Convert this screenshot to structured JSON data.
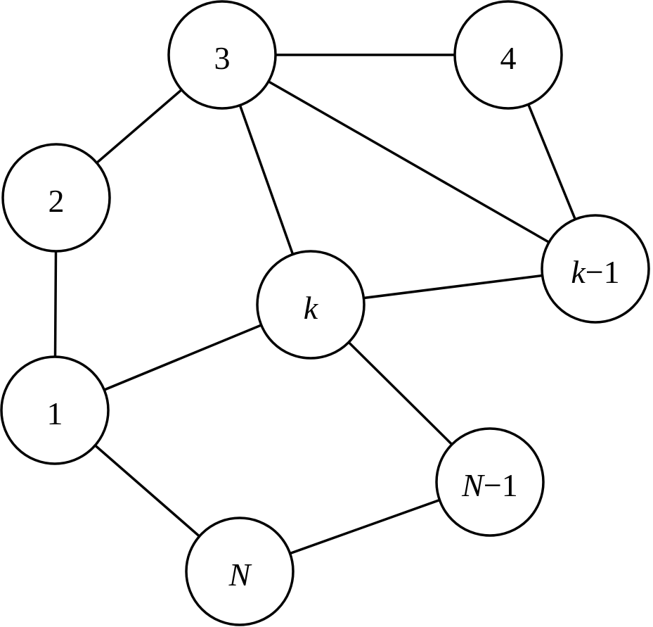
{
  "nodes": [
    {
      "id": "n1",
      "label": [
        {
          "text": "1",
          "italic": false
        }
      ]
    },
    {
      "id": "n2",
      "label": [
        {
          "text": "2",
          "italic": false
        }
      ]
    },
    {
      "id": "n3",
      "label": [
        {
          "text": "3",
          "italic": false
        }
      ]
    },
    {
      "id": "n4",
      "label": [
        {
          "text": "4",
          "italic": false
        }
      ]
    },
    {
      "id": "nk",
      "label": [
        {
          "text": "k",
          "italic": true
        }
      ]
    },
    {
      "id": "nk1",
      "label": [
        {
          "text": "k",
          "italic": true
        },
        {
          "text": "−1",
          "italic": false
        }
      ]
    },
    {
      "id": "nN",
      "label": [
        {
          "text": "N",
          "italic": true
        }
      ]
    },
    {
      "id": "nN1",
      "label": [
        {
          "text": "N",
          "italic": true
        },
        {
          "text": "−1",
          "italic": false
        }
      ]
    }
  ],
  "edges": [
    [
      "n1",
      "n2"
    ],
    [
      "n2",
      "n3"
    ],
    [
      "n3",
      "n4"
    ],
    [
      "n3",
      "nk"
    ],
    [
      "n3",
      "nk1"
    ],
    [
      "n4",
      "nk1"
    ],
    [
      "nk",
      "nk1"
    ],
    [
      "nk",
      "n1"
    ],
    [
      "nk",
      "nN1"
    ],
    [
      "n1",
      "nN"
    ],
    [
      "nN",
      "nN1"
    ]
  ]
}
